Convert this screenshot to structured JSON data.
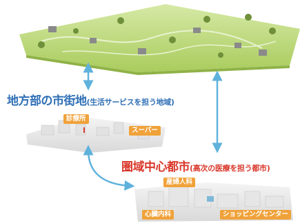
{
  "headings": {
    "regional_main": "地方部の市街地",
    "regional_sub": "(生活サービスを担う地域)",
    "hub_main": "圏域中心都市",
    "hub_sub": "(高次の医療を担う都市)"
  },
  "facility_labels": {
    "clinic": "診療所",
    "supermarket": "スーパー",
    "maternity": "産婦人科",
    "internal_medicine": "心臓内科",
    "shopping_center": "ショッピングセンター"
  },
  "colors": {
    "regional_heading": "#2f6fb5",
    "hub_heading": "#d9382b",
    "label_badge": "#f0a23a",
    "arrow": "#5fb2dc",
    "rural_plane": "#b9d97a"
  }
}
